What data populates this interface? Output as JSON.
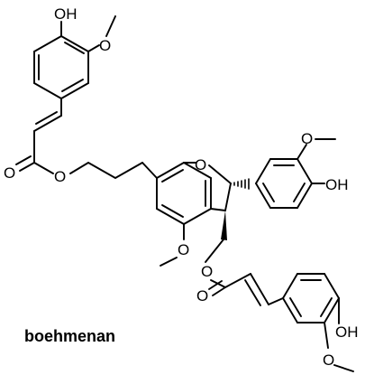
{
  "compound_name": "boehmenan",
  "atom_labels": {
    "oh_top": "OH",
    "o_methoxy_top": "O",
    "o_ester_carbonyl_left": "O",
    "o_ester_left": "O",
    "o_furan": "O",
    "o_methoxy_right": "O",
    "oh_right": "OH",
    "o_methoxy_bottom": "O",
    "o_ester_bottom": "O",
    "o_carbonyl_bottom": "O",
    "oh_bottom": "OH",
    "o_methoxy_lower": "O"
  }
}
